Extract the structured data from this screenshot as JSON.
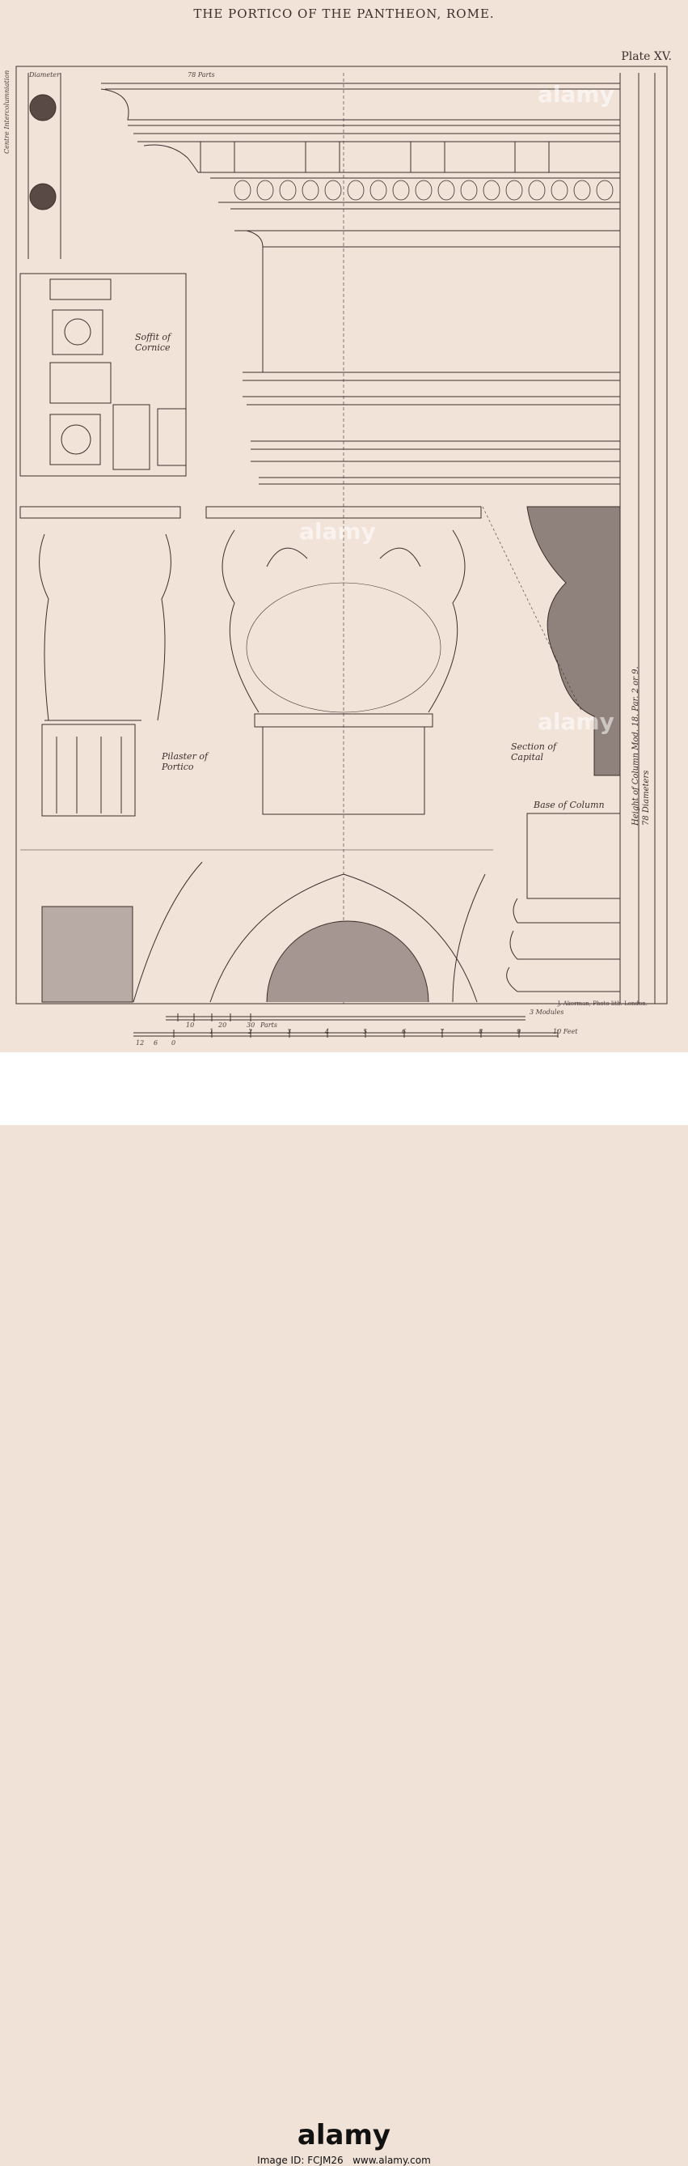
{
  "title": "THE PORTICO OF THE PANTHEON, ROME.",
  "plate": "Plate XV.",
  "labels": {
    "soffit": "Soffit of Cornice",
    "pilaster": "Pilaster of Portico",
    "section": "Section of Capital",
    "base": "Base of Column",
    "height": "Height of Column Mod. 18. Par. 2 or 9. 78 Diameters",
    "centre": "Centre Intercolumniation",
    "diameter": "Diameter",
    "parts": "78 Parts",
    "scale_parts": "Parts",
    "scale_modules": "3 Modules",
    "scale_feet": "10 Feet"
  },
  "scale": {
    "parts_ticks": [
      "10",
      "20",
      "30"
    ],
    "feet_ticks": [
      "12",
      "6",
      "0",
      "1",
      "2",
      "3",
      "4",
      "5",
      "6",
      "7",
      "8",
      "9",
      "10"
    ]
  },
  "credit": "J. Akerman, Photo lith. London.",
  "watermark": "alamy",
  "banner": {
    "logo": "alamy",
    "image_id": "Image ID: FCJM26",
    "url": "www.alamy.com"
  }
}
